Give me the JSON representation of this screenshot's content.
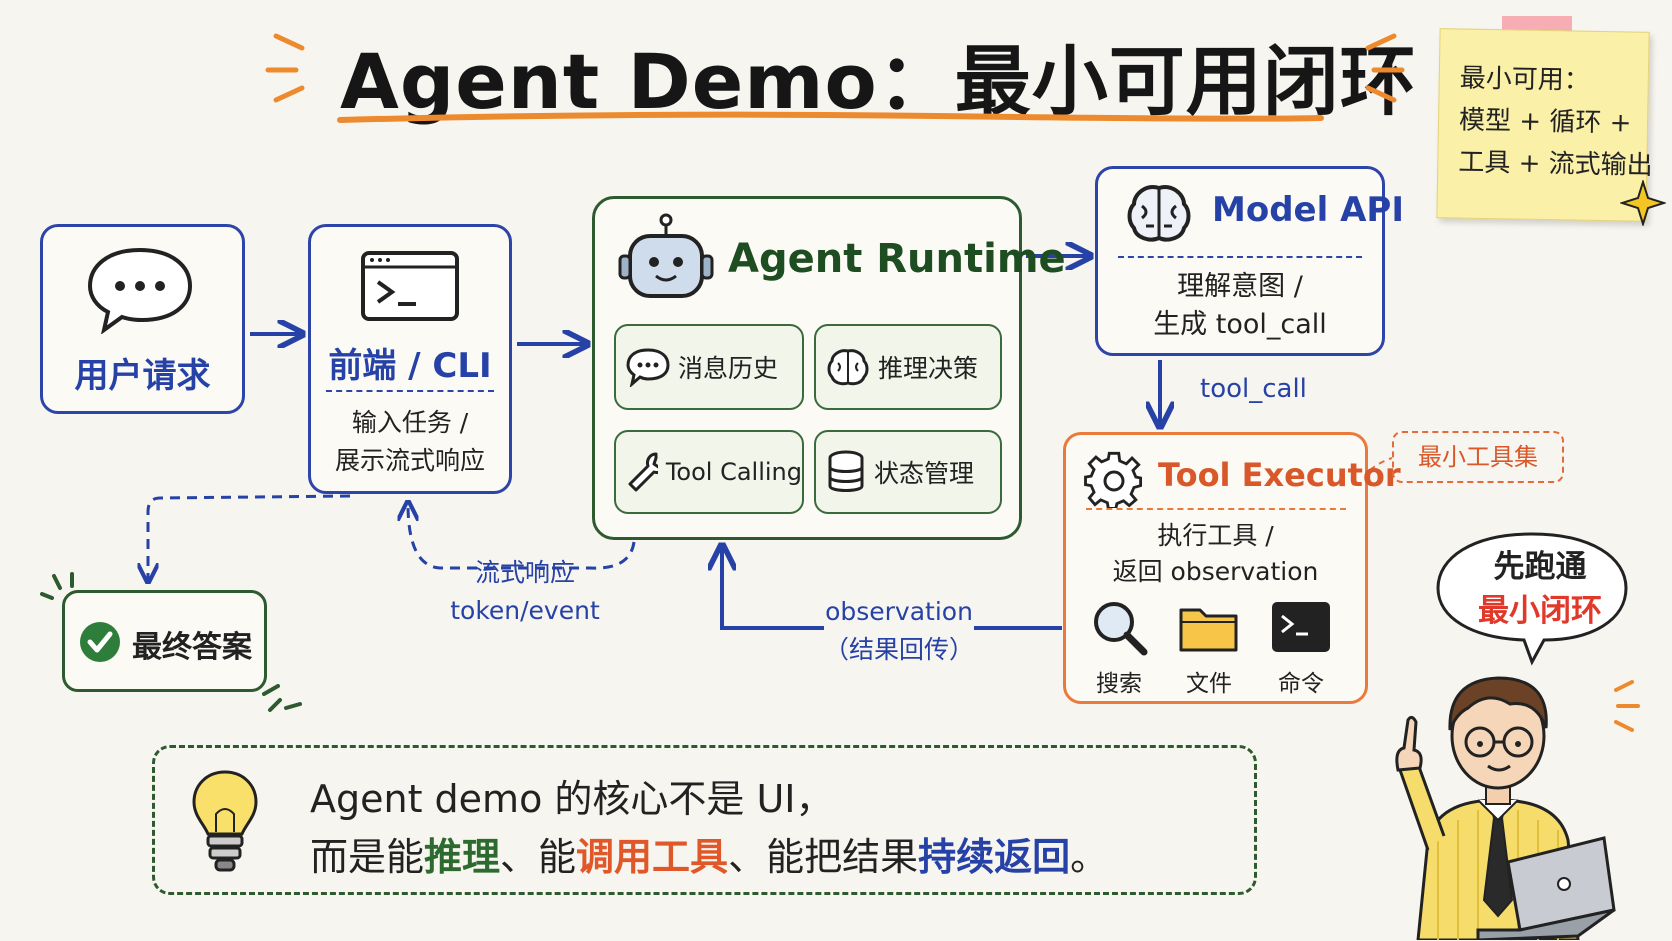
{
  "title": "Agent Demo：最小可用闭环",
  "sticky_note": {
    "lines": [
      "最小可用：",
      "模型 + 循环 +",
      "工具 + 流式输出"
    ]
  },
  "user_request": {
    "label": "用户请求"
  },
  "cli": {
    "title": "前端 / CLI",
    "desc_line1": "输入任务 /",
    "desc_line2": "展示流式响应"
  },
  "runtime": {
    "title": "Agent Runtime",
    "cells": [
      "消息历史",
      "推理决策",
      "Tool Calling",
      "状态管理"
    ]
  },
  "model_api": {
    "title": "Model API",
    "desc_line1": "理解意图 /",
    "desc_line2": "生成 tool_call"
  },
  "tool_call_label": "tool_call",
  "tool_executor": {
    "title": "Tool Executor",
    "desc_line1": "执行工具 /",
    "desc_line2": "返回 observation",
    "tools": [
      "搜索",
      "文件",
      "命令"
    ]
  },
  "mini_toolset_tag": "最小工具集",
  "final_answer": {
    "label": "最终答案"
  },
  "stream_label": {
    "line1": "流式响应",
    "line2": "token/event"
  },
  "observation_label": {
    "line1": "observation",
    "line2": "（结果回传）"
  },
  "speech_bubble": {
    "line1": "先跑通",
    "line2": "最小闭环"
  },
  "bottom_note": {
    "line1": "Agent demo 的核心不是 UI，",
    "line2_parts": [
      "而是能",
      "推理",
      "、能",
      "调用工具",
      "、能把结果",
      "持续返回",
      "。"
    ]
  },
  "colors": {
    "blue": "#2742a6",
    "green": "#2d5a2f",
    "orange": "#ea7a3c",
    "red": "#e0392a",
    "sticky": "#fbf0a8"
  }
}
